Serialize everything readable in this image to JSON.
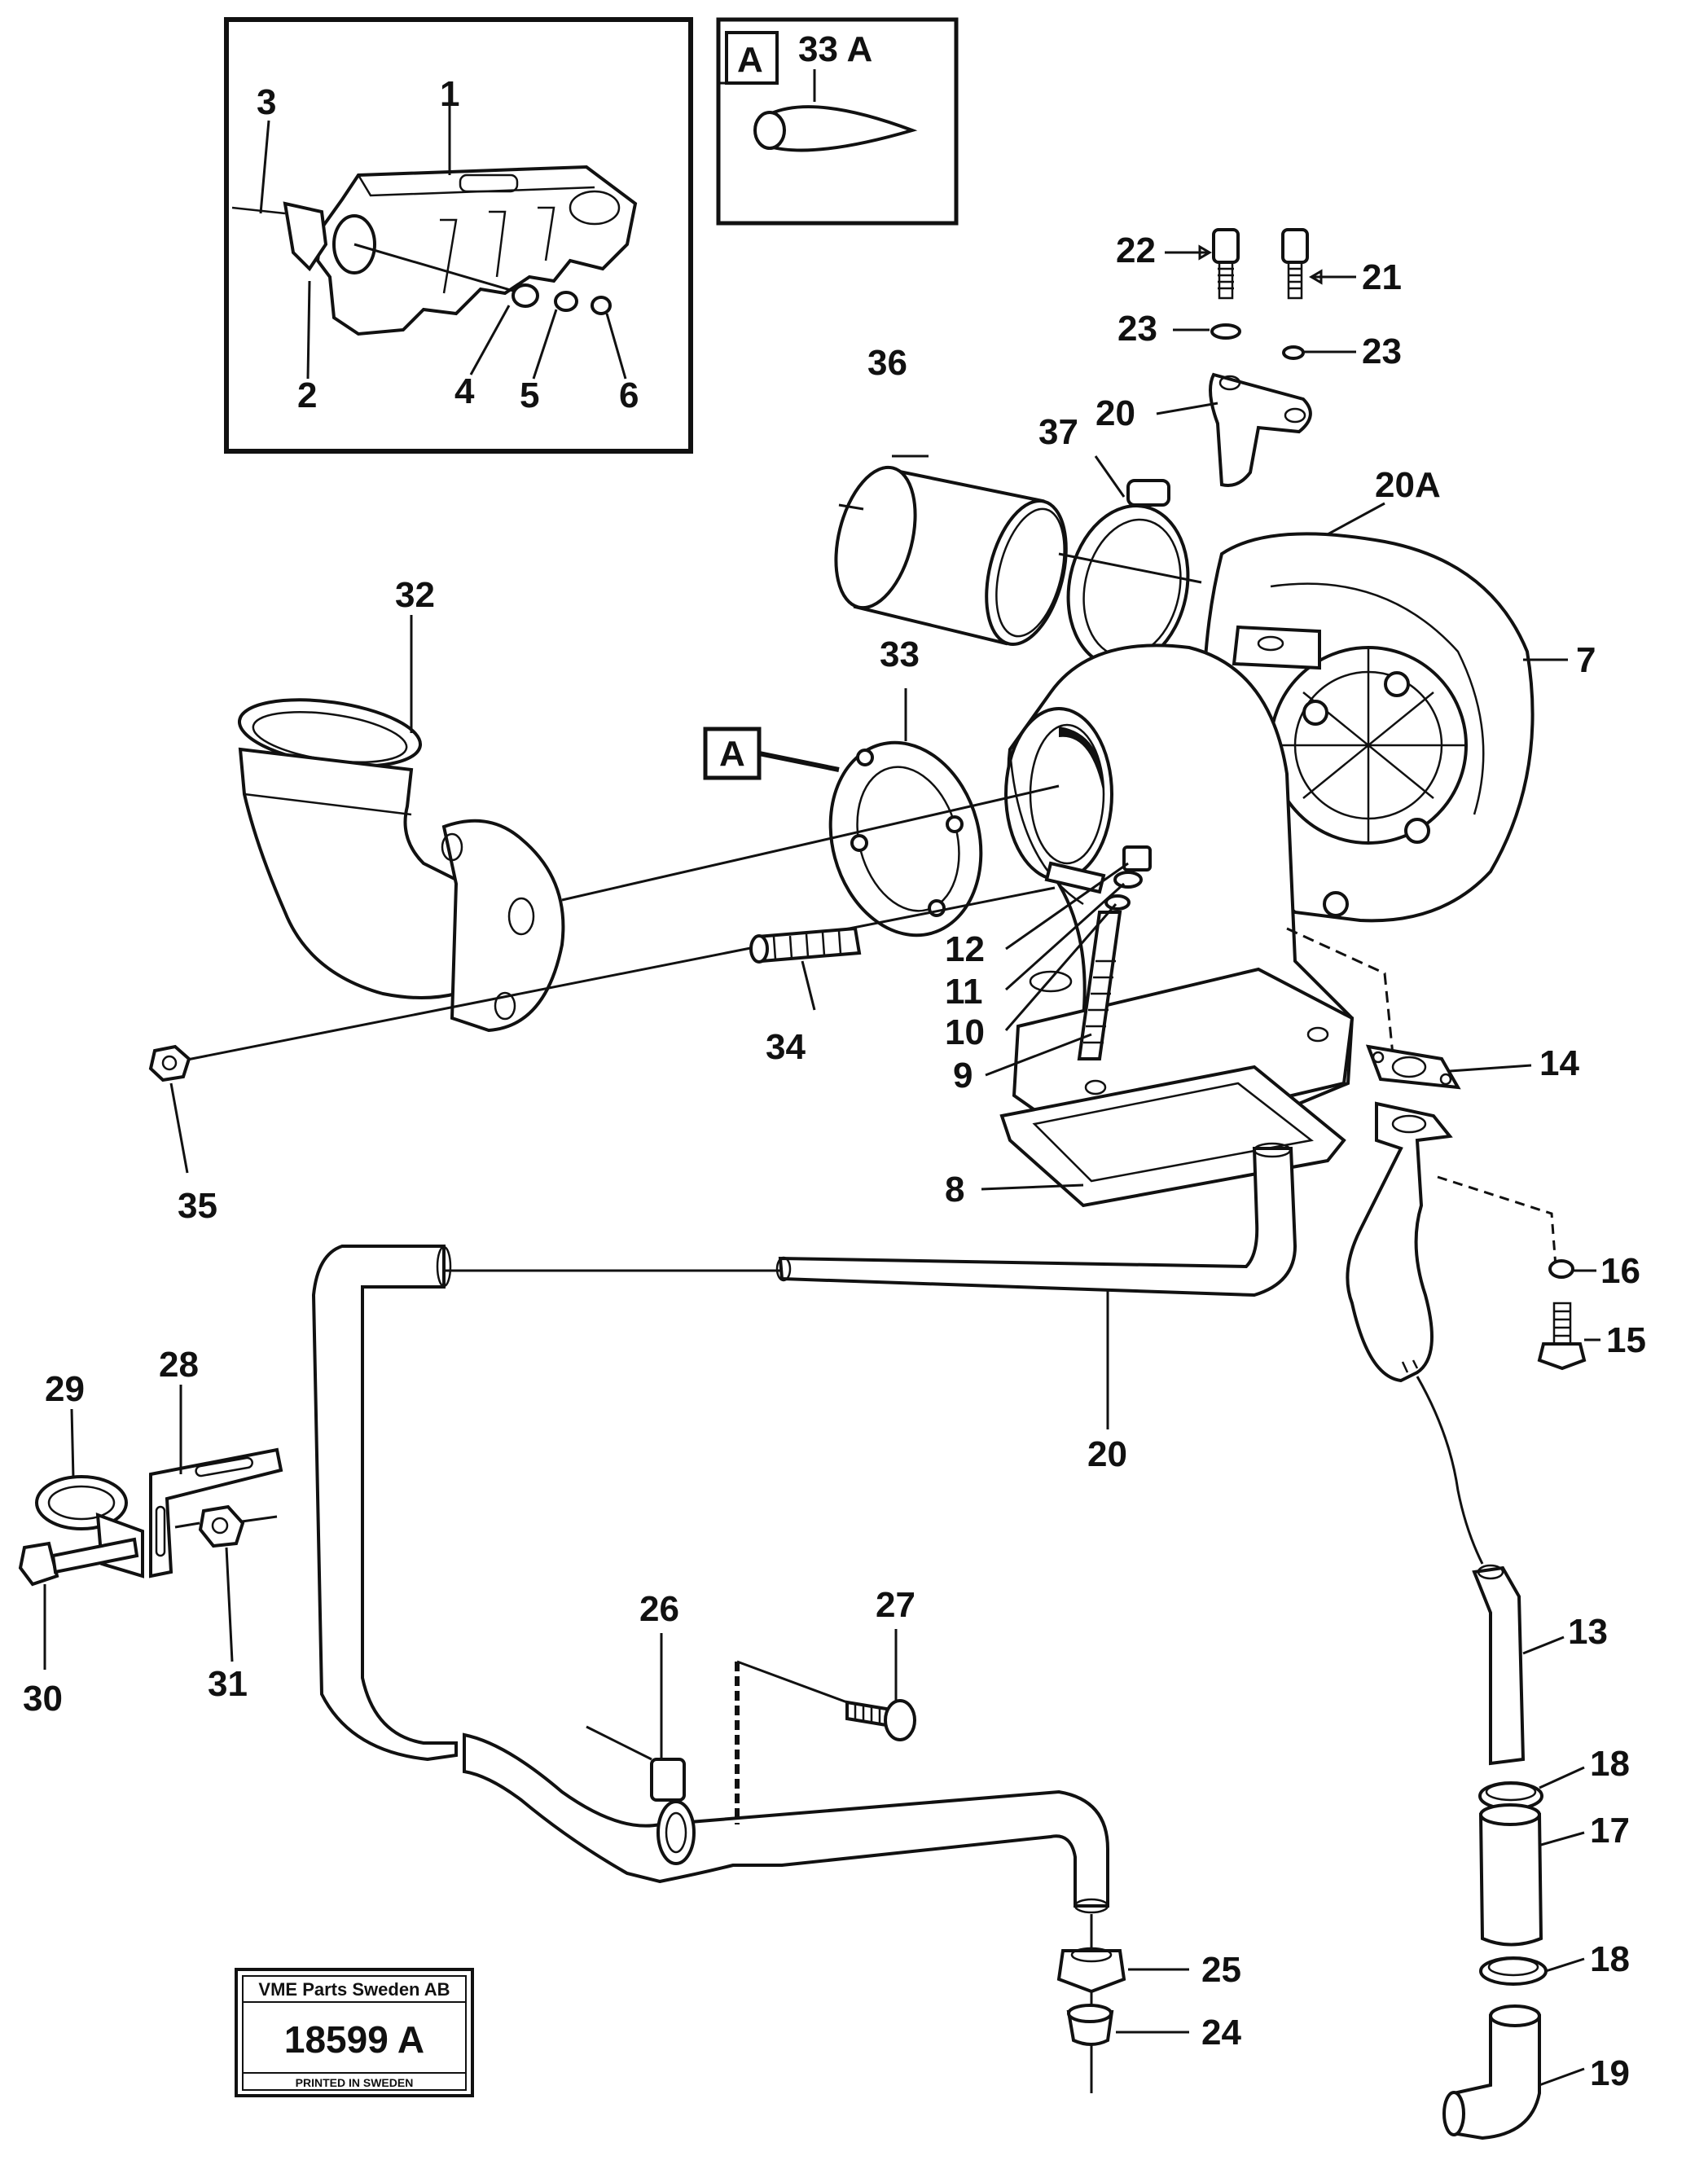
{
  "callouts": {
    "c1": "1",
    "c2": "2",
    "c3": "3",
    "c4": "4",
    "c5": "5",
    "c6": "6",
    "c7": "7",
    "c8": "8",
    "c9": "9",
    "c10": "10",
    "c11": "11",
    "c12": "12",
    "c13": "13",
    "c14": "14",
    "c15": "15",
    "c16": "16",
    "c17": "17",
    "c18a": "18",
    "c18b": "18",
    "c19": "19",
    "c20a": "20",
    "c20b": "20",
    "c20A": "20A",
    "c21": "21",
    "c22": "22",
    "c23a": "23",
    "c23b": "23",
    "c24": "24",
    "c25": "25",
    "c26": "26",
    "c27": "27",
    "c28": "28",
    "c29": "29",
    "c30": "30",
    "c31": "31",
    "c32": "32",
    "c33": "33",
    "c34": "34",
    "c35": "35",
    "c36": "36",
    "c37": "37"
  },
  "detail_box": {
    "tag": "A",
    "label": "33 A"
  },
  "ref_box": {
    "tag": "A"
  },
  "stamp": {
    "company": "VME Parts Sweden AB",
    "number": "18599 A",
    "footer": "PRINTED IN SWEDEN"
  }
}
